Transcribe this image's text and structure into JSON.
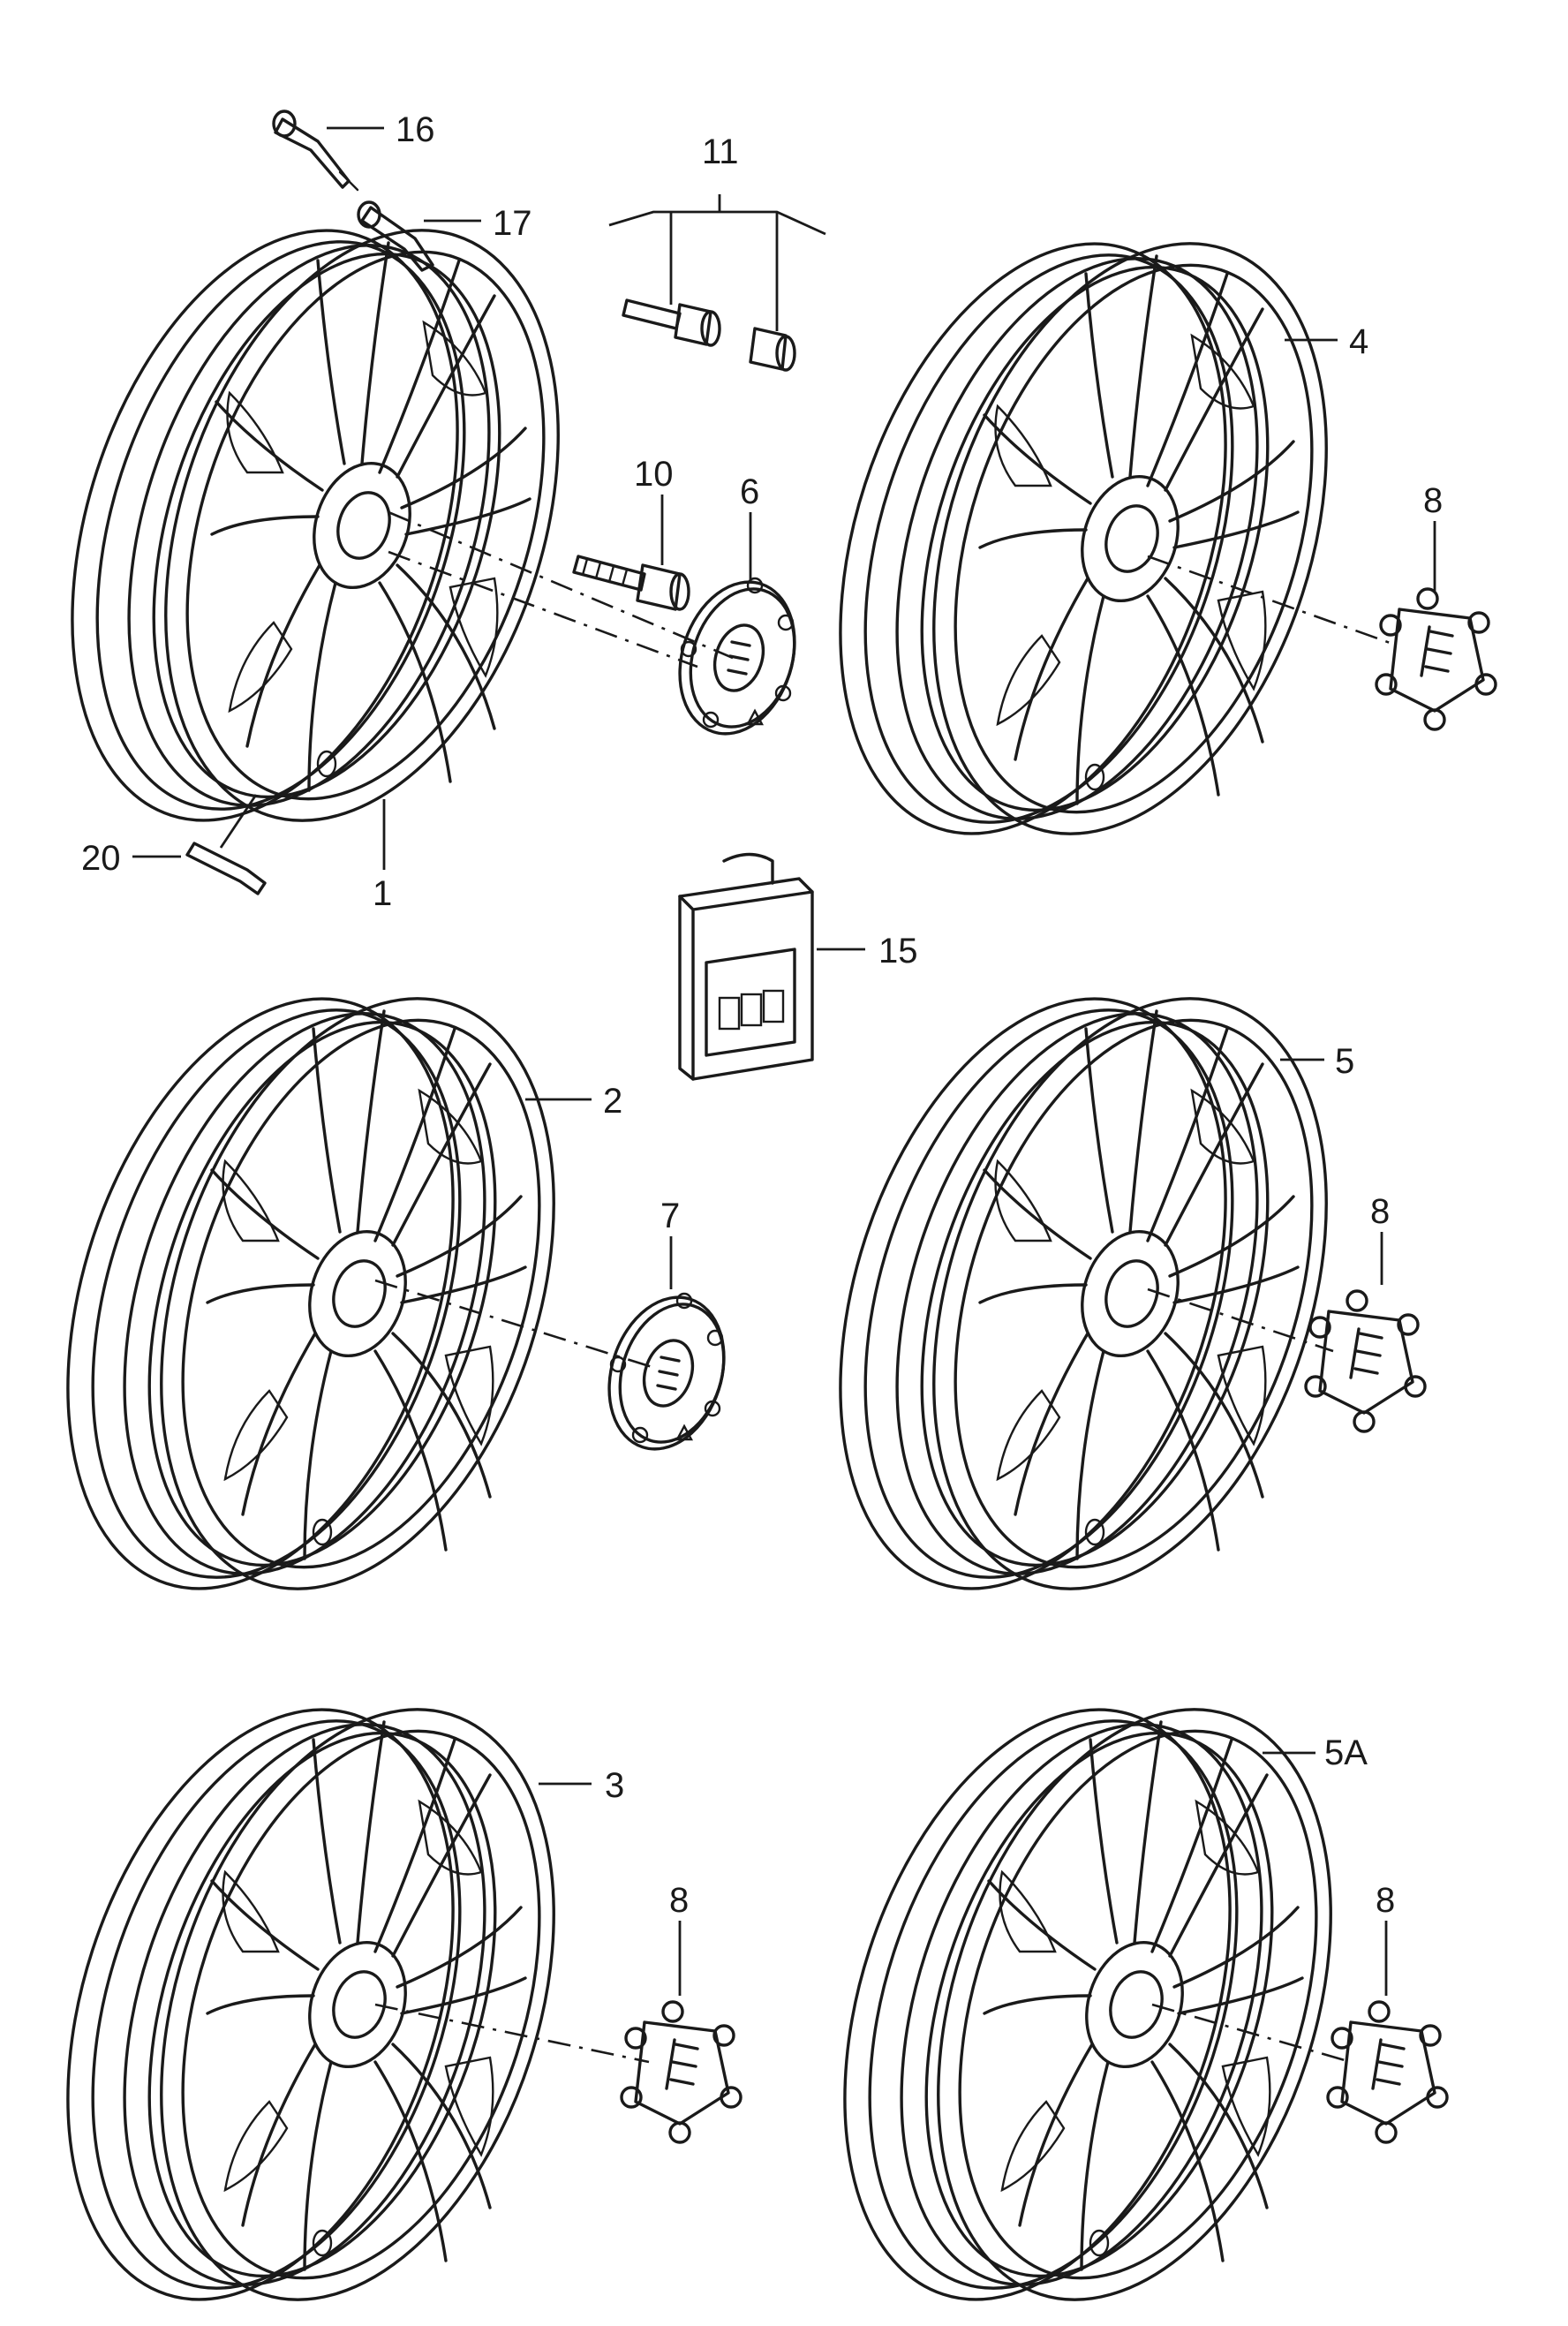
{
  "labels": {
    "p1": "1",
    "p2": "2",
    "p3": "3",
    "p4": "4",
    "p5": "5",
    "p5a": "5A",
    "p6": "6",
    "p7": "7",
    "p8a": "8",
    "p8b": "8",
    "p8c": "8",
    "p8d": "8",
    "p10": "10",
    "p11": "11",
    "p15": "15",
    "p16": "16",
    "p17": "17",
    "p20": "20"
  }
}
